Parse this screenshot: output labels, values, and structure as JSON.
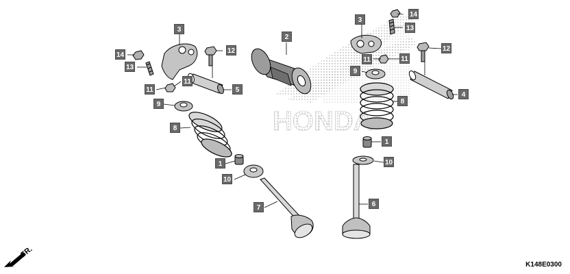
{
  "diagram": {
    "watermark_text": "HONDA",
    "direction_label": "FR.",
    "reference_code": "K148E0300",
    "callouts": {
      "c1a": "1",
      "c1b": "1",
      "c2": "2",
      "c3a": "3",
      "c3b": "3",
      "c4": "4",
      "c5": "5",
      "c6": "6",
      "c7": "7",
      "c8a": "8",
      "c8b": "8",
      "c9a": "9",
      "c9b": "9",
      "c10a": "10",
      "c10b": "10",
      "c11a": "11",
      "c11b": "11",
      "c11c": "11",
      "c11d": "11",
      "c12a": "12",
      "c12b": "12",
      "c13a": "13",
      "c13b": "13",
      "c14a": "14",
      "c14b": "14"
    }
  }
}
